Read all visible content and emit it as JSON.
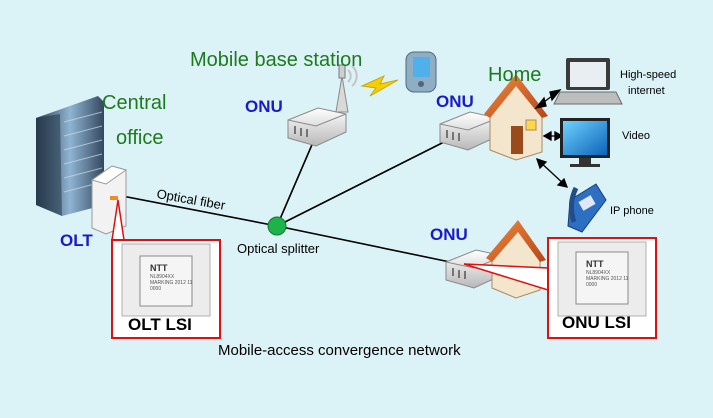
{
  "labels": {
    "mobile_base_station": "Mobile base station",
    "central_office_line1": "Central",
    "central_office_line2": "office",
    "home": "Home",
    "onu_base": "ONU",
    "onu_home": "ONU",
    "onu_lower": "ONU",
    "olt": "OLT",
    "optical_fiber": "Optical fiber",
    "optical_splitter": "Optical splitter",
    "high_speed_line1": "High-speed",
    "high_speed_line2": "internet",
    "video": "Video",
    "ip_phone": "IP phone",
    "olt_lsi": "OLT LSI",
    "onu_lsi": "ONU LSI",
    "caption": "Mobile-access convergence network"
  },
  "chip": {
    "brand": "NTT",
    "line1": "NL8904XX",
    "line2": "MARKING 2012 11",
    "line3": "0000"
  },
  "colors": {
    "background": "#dbf2f7",
    "callout_border": "#e01010",
    "splitter": "#1db34a",
    "lightning": "#f5d000"
  }
}
